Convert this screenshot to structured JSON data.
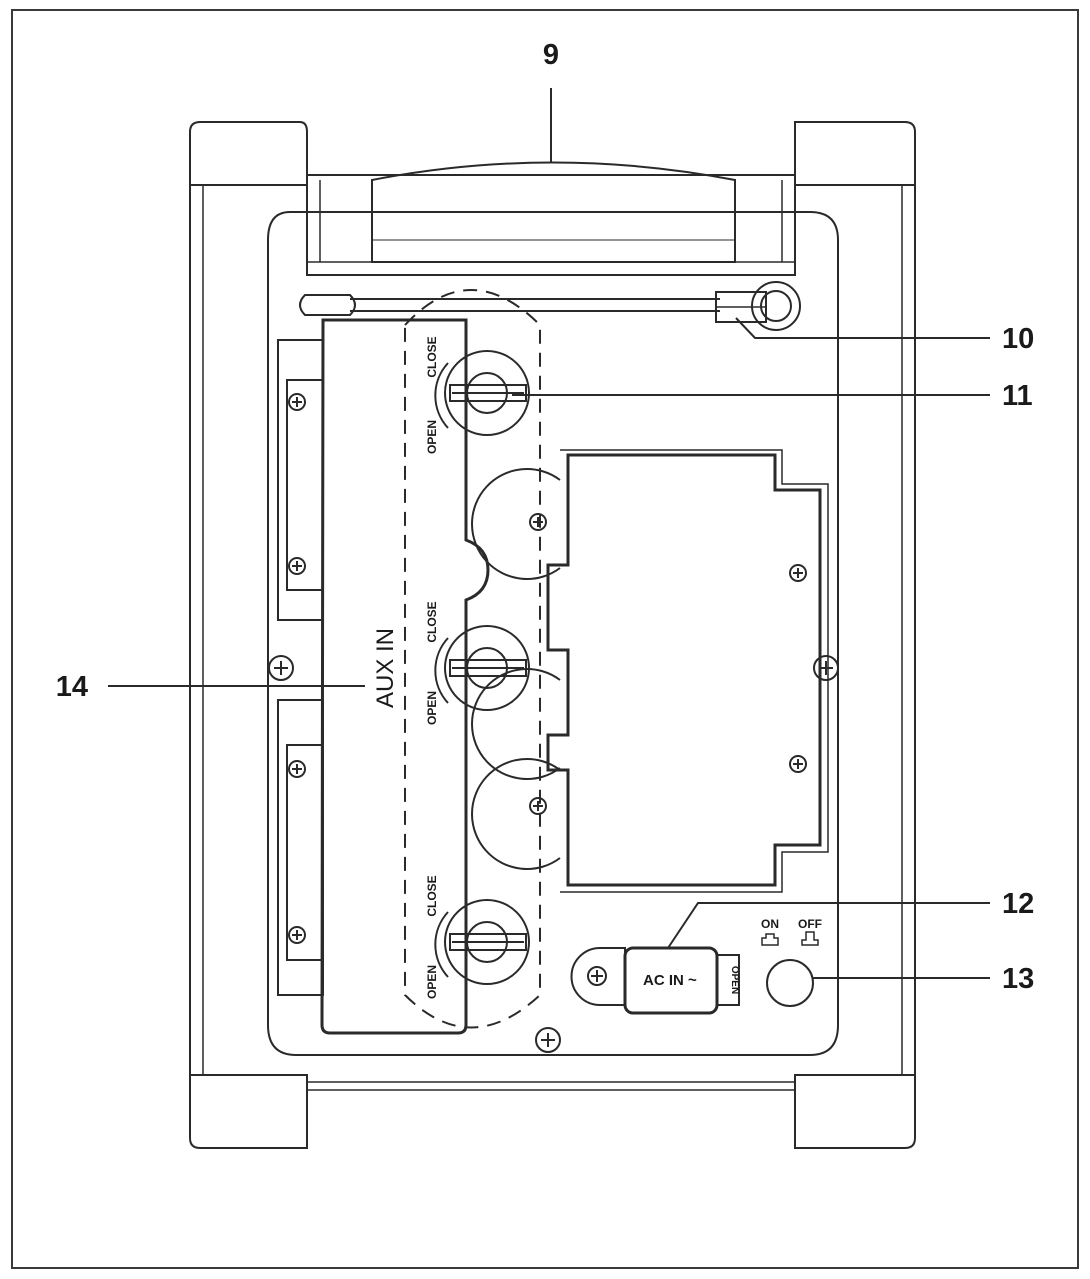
{
  "callouts": {
    "c9": "9",
    "c10": "10",
    "c11": "11",
    "c12": "12",
    "c13": "13",
    "c14": "14"
  },
  "labels": {
    "aux_in": "AUX IN",
    "close": "CLOSE",
    "open": "OPEN",
    "ac_in": "AC IN ~",
    "ac_open": "OPEN",
    "on": "ON",
    "off": "OFF"
  },
  "colors": {
    "line": "#2a2a2a",
    "background": "#ffffff"
  }
}
